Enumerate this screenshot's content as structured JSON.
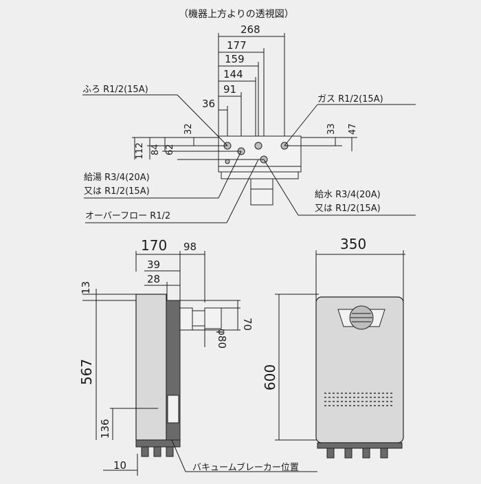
{
  "top_view": {
    "title": "（機器上方よりの透視図）",
    "widths": [
      "268",
      "177",
      "159",
      "144",
      "91",
      "36"
    ],
    "heights_left": [
      "32",
      "62",
      "84",
      "112"
    ],
    "heights_right": [
      "33",
      "47"
    ],
    "callouts": {
      "furo": "ふろ R1/2(15A)",
      "gas": "ガス R1/2(15A)",
      "kyuto_1": "給湯 R3/4(20A)",
      "kyuto_2": "又は R1/2(15A)",
      "kyusui_1": "給水 R3/4(20A)",
      "kyusui_2": "又は R1/2(15A)",
      "overflow": "オーバーフロー R1/2"
    }
  },
  "side_view": {
    "depth": "170",
    "flue_depth": "98",
    "d39": "39",
    "d28": "28",
    "d13": "13",
    "d70": "70",
    "dia80": "φ80",
    "h567": "567",
    "h136": "136",
    "d10": "10",
    "breaker": "バキュームブレーカー位置"
  },
  "front_view": {
    "width": "350",
    "height": "600"
  }
}
